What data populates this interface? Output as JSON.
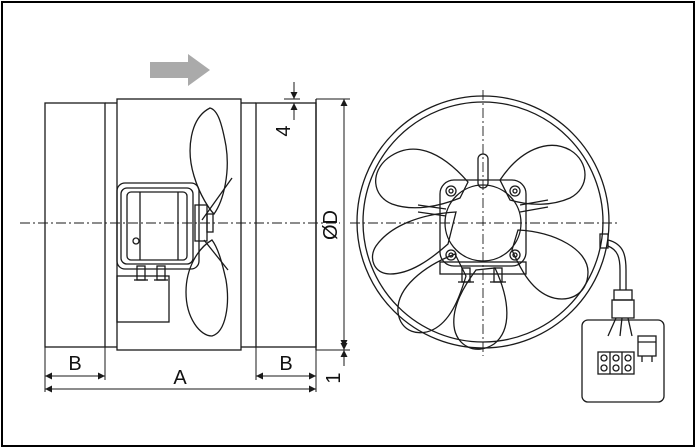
{
  "dimensions": {
    "A": "A",
    "B_left": "B",
    "B_right": "B",
    "diameter": "ØD",
    "gap_top": "4",
    "gap_bottom": "1"
  },
  "colors": {
    "line": "#1a1a1a",
    "arrow": "#aaaaaa",
    "frame": "#000000"
  },
  "icons": {
    "flow_arrow": "flow-direction-arrow-icon",
    "terminal_box": "terminal-box-icon"
  }
}
